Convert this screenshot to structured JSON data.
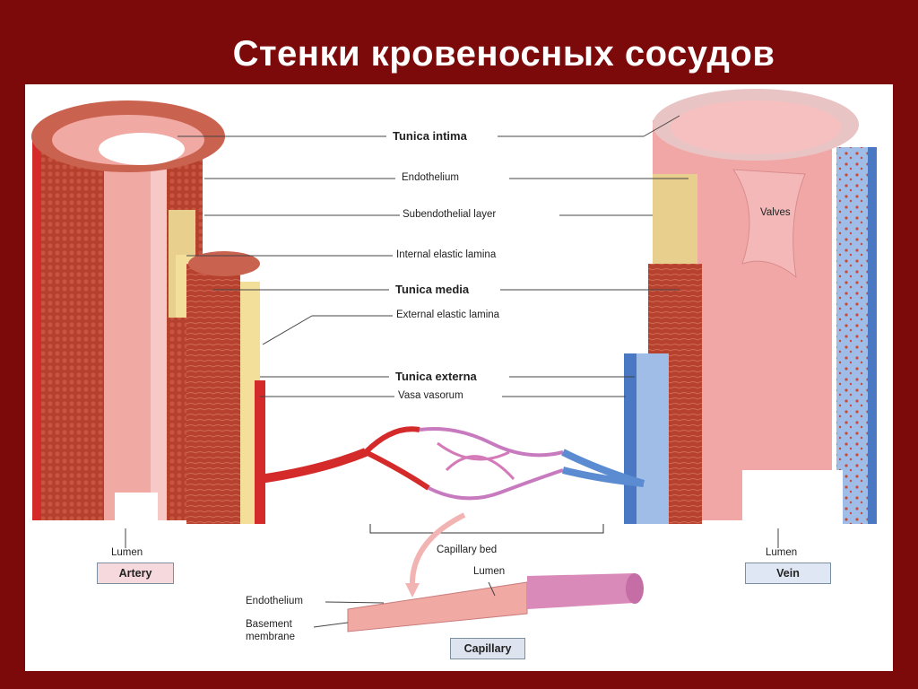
{
  "slide_title": "Стенки кровеносных сосудов",
  "labels": {
    "tunica_intima": "Tunica intima",
    "endothelium": "Endothelium",
    "subendothelial_layer": "Subendothelial layer",
    "internal_elastic_lamina": "Internal elastic lamina",
    "tunica_media": "Tunica media",
    "external_elastic_lamina": "External elastic lamina",
    "tunica_externa": "Tunica externa",
    "vasa_vasorum": "Vasa vasorum",
    "valves": "Valves",
    "lumen_artery": "Lumen",
    "lumen_vein": "Lumen",
    "capillary_bed": "Capillary bed",
    "lumen_capillary": "Lumen",
    "endothelium_capillary": "Endothelium",
    "basement_membrane_line1": "Basement",
    "basement_membrane_line2": "membrane"
  },
  "vessel_boxes": {
    "artery": "Artery",
    "vein": "Vein",
    "capillary": "Capillary"
  },
  "colors": {
    "background": "#7d0a0a",
    "artery_red": "#c0392b",
    "vein_blue": "#4a78c2",
    "intima_pink": "#f2b3b3",
    "subendothelial_tan": "#e9cf8e"
  }
}
